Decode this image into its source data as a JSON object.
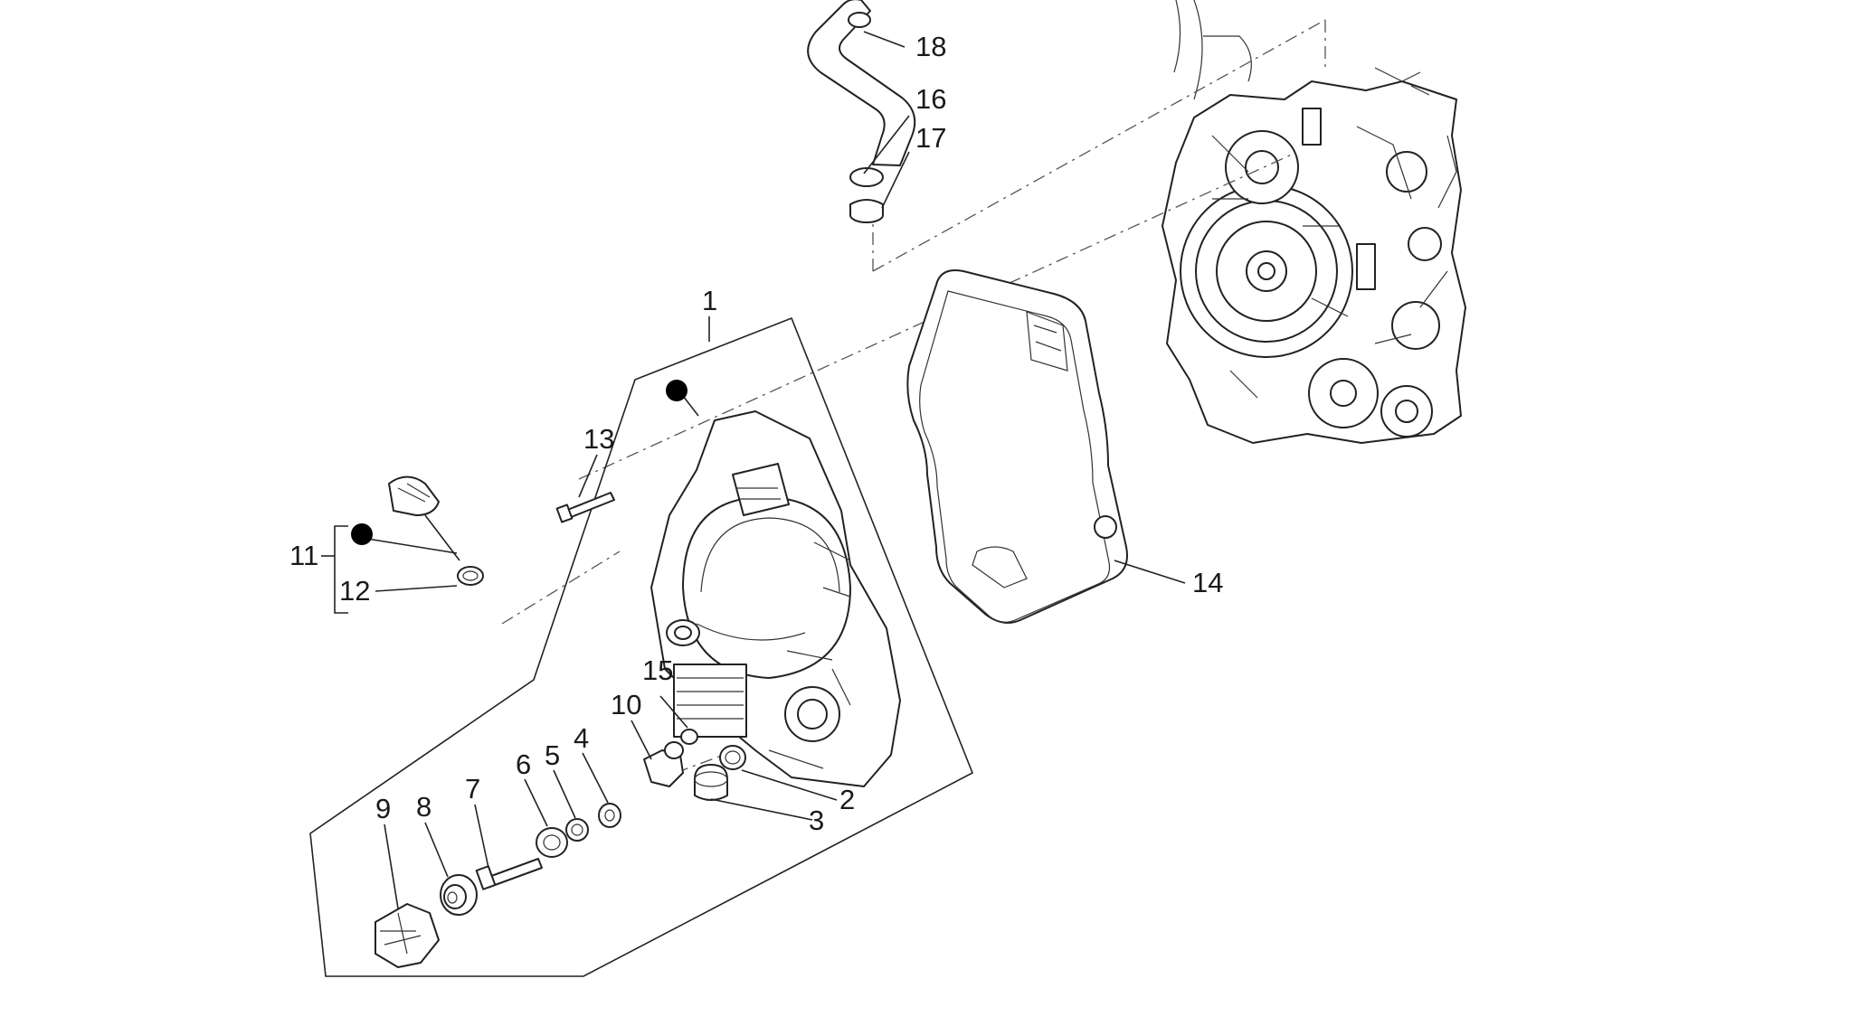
{
  "callouts": {
    "p1": "1",
    "p2": "2",
    "p3": "3",
    "p4": "4",
    "p5": "5",
    "p6": "6",
    "p7": "7",
    "p8": "8",
    "p9": "9",
    "p10": "10",
    "p11": "11",
    "p12": "12",
    "p13": "13",
    "p14": "14",
    "p15": "15",
    "p16": "16",
    "p17": "17",
    "p18": "18"
  },
  "colors": {
    "line": "#222222",
    "background": "#ffffff",
    "marker": "#000000"
  }
}
